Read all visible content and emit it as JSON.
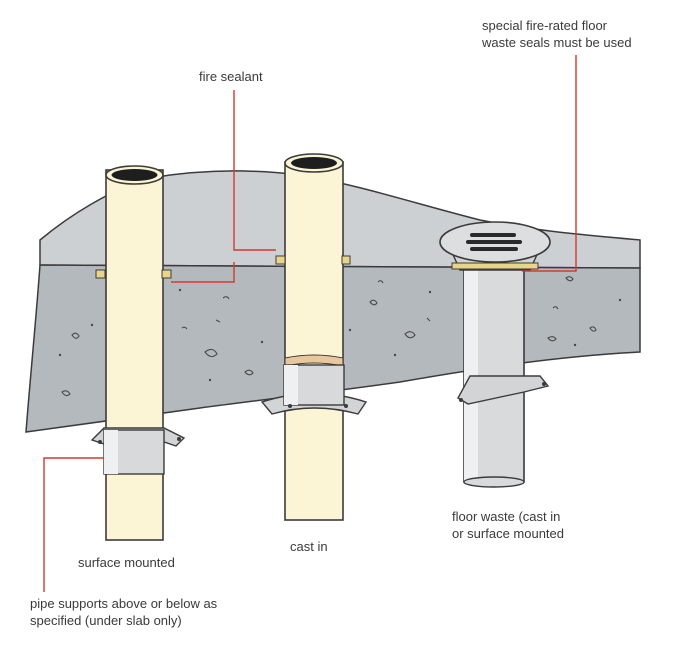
{
  "labels": {
    "fire_sealant": "fire sealant",
    "special_seal_line1": "special fire-rated floor",
    "special_seal_line2": "waste seals must be used",
    "surface_mounted": "surface mounted",
    "cast_in": "cast in",
    "floor_waste_line1": "floor waste (cast in",
    "floor_waste_line2": "or surface mounted",
    "pipe_supports_line1": "pipe supports above or below as",
    "pipe_supports_line2": "specified (under slab only)"
  },
  "colors": {
    "slab_top": "#ccd0d3",
    "slab_edge": "#b4b9bd",
    "pipe": "#fbf5d6",
    "metal": "#d2d4d6",
    "leader": "#d23a2e",
    "outline": "#3b3b3b"
  }
}
